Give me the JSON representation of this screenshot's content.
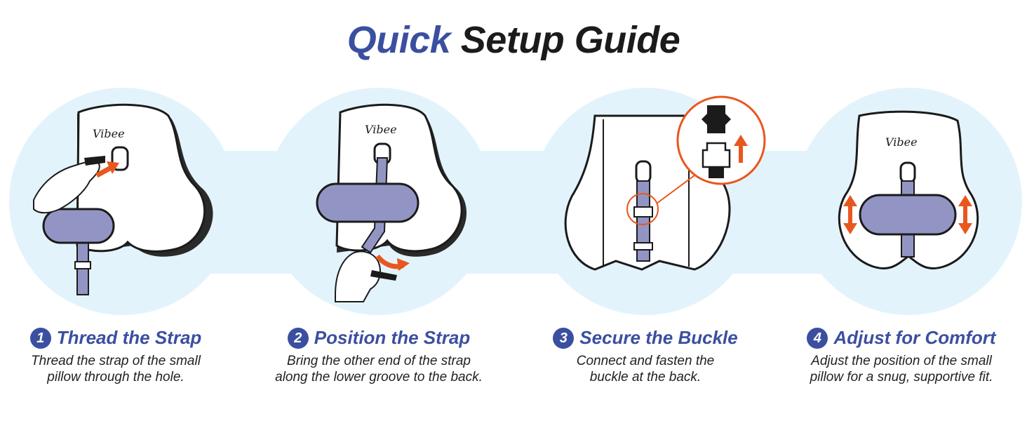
{
  "title": {
    "accent": "Quick",
    "rest": "Setup Guide"
  },
  "brand_mark": "Vibee",
  "colors": {
    "accent": "#3b4fa0",
    "strap": "#9295c4",
    "arrow": "#e8571e",
    "circle_bg": "#e3f3fb",
    "text": "#1b1b1b"
  },
  "steps": [
    {
      "number": "1",
      "title": "Thread the Strap",
      "description": "Thread the strap of the small\npillow through the hole."
    },
    {
      "number": "2",
      "title": "Position the Strap",
      "description": "Bring the other end of the strap\nalong the lower groove to the back."
    },
    {
      "number": "3",
      "title": "Secure the Buckle",
      "description": "Connect and fasten the\nbuckle at the back."
    },
    {
      "number": "4",
      "title": "Adjust for Comfort",
      "description": "Adjust the position of the small\npillow for a snug, supportive fit."
    }
  ]
}
